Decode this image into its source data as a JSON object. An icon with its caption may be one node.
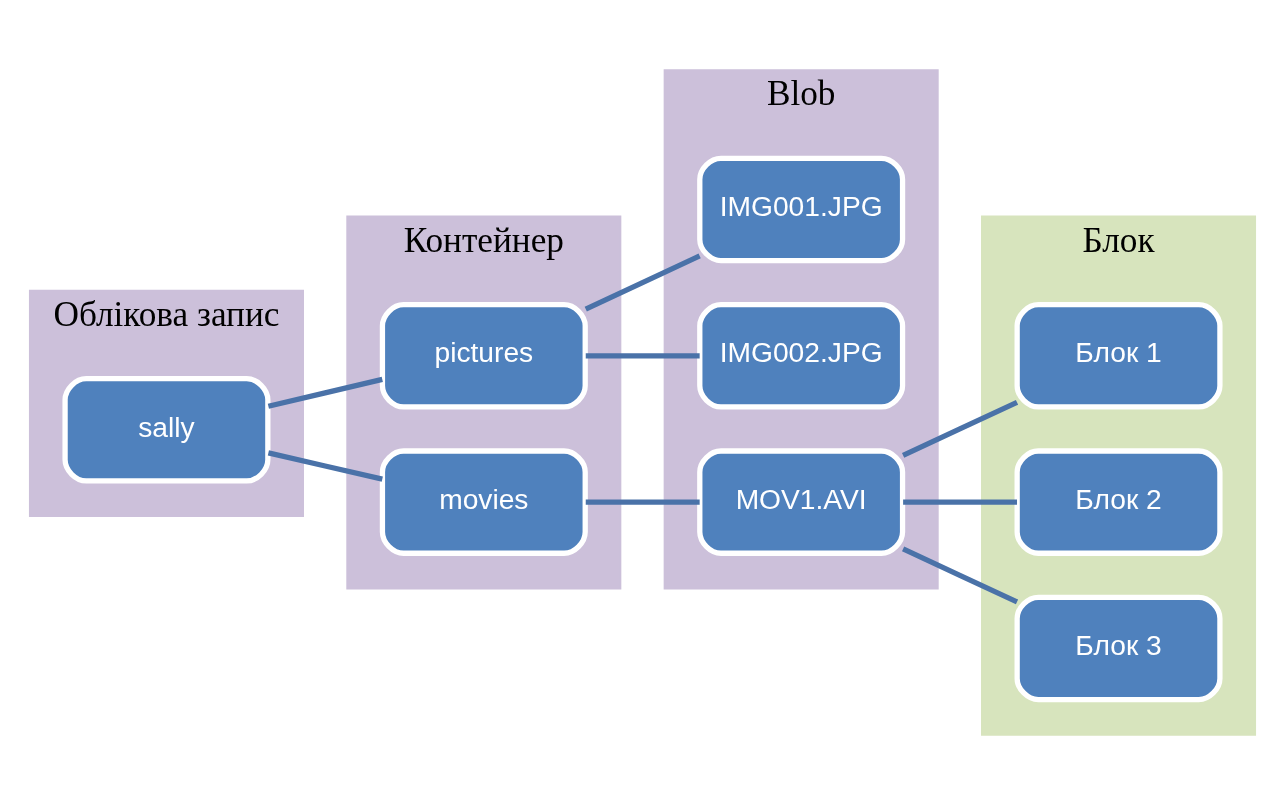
{
  "diagram": {
    "nodes": [
      {
        "text": [
          "Облікова запис"
        ]
      },
      {
        "text": [
          "sally"
        ],
        "in": 0
      },
      {
        "text": [
          "Контейнер"
        ]
      },
      {
        "text": [
          "pictures"
        ],
        "in": 2
      },
      {
        "text": [
          "movies"
        ],
        "in": 2
      },
      {
        "text": [
          "Blob"
        ]
      },
      {
        "text": [
          "IMG001.JPG"
        ],
        "in": 5
      },
      {
        "text": [
          "IMG002.JPG"
        ],
        "in": 5
      },
      {
        "text": [
          "MOV1.AVI"
        ],
        "in": 5
      },
      {
        "text": [
          "Блок"
        ]
      },
      {
        "text": [
          "Блок 1"
        ],
        "in": 9
      },
      {
        "text": [
          "Блок 2"
        ],
        "in": 9
      },
      {
        "text": [
          "Блок 3"
        ],
        "in": 9
      }
    ],
    "edges": [
      {
        "from": 1,
        "to": 3,
        "arrow": "none"
      },
      {
        "from": 1,
        "to": 4,
        "arrow": "none"
      },
      {
        "from": 3,
        "to": 6,
        "arrow": "none"
      },
      {
        "from": 3,
        "to": 7,
        "arrow": "none"
      },
      {
        "from": 4,
        "to": 8,
        "arrow": "none"
      },
      {
        "from": 8,
        "to": 10,
        "arrow": "none"
      },
      {
        "from": 8,
        "to": 11,
        "arrow": "none"
      },
      {
        "from": 8,
        "to": 12,
        "arrow": "none"
      }
    ]
  }
}
